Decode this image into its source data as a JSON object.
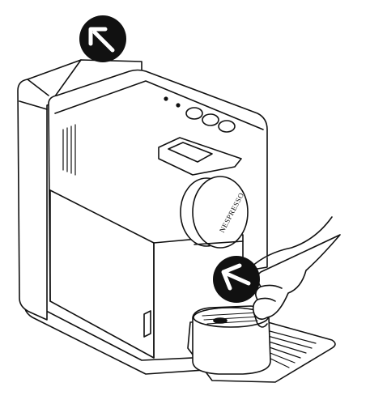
{
  "illustration": {
    "brand_text": "NESPRESSO",
    "callouts": [
      {
        "id": "tank-removal",
        "icon": "arrow-up-left-icon"
      },
      {
        "id": "drip-tray-removal",
        "icon": "arrow-left-icon"
      }
    ]
  },
  "colors": {
    "line": "#111111",
    "fill": "#ffffff",
    "badge": "#111111",
    "badge_arrow": "#ffffff"
  }
}
